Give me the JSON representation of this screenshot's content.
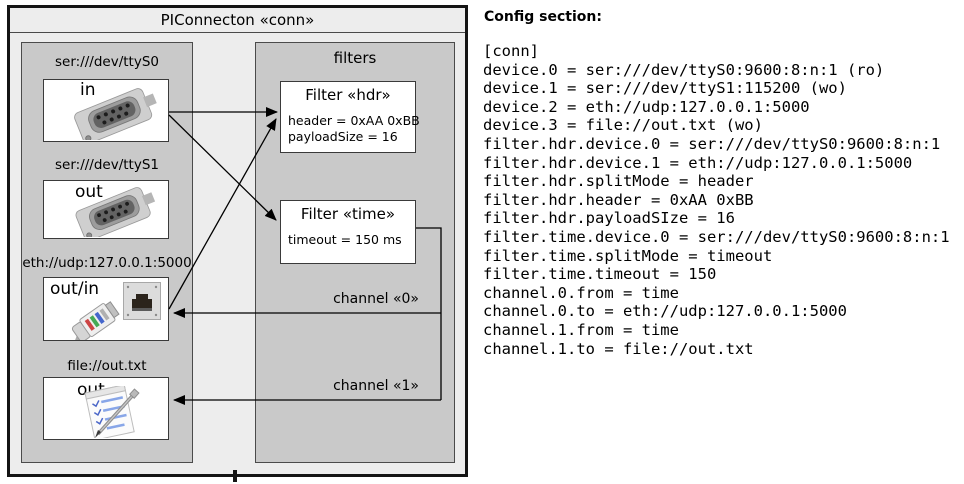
{
  "diagram": {
    "title": "PIConnecton «conn»",
    "device_group": {
      "devices": [
        {
          "label": "ser:///dev/ttyS0",
          "port": "in",
          "icon": "serial-connector"
        },
        {
          "label": "ser:///dev/ttyS1",
          "port": "out",
          "icon": "serial-connector"
        },
        {
          "label": "eth://udp:127.0.0.1:5000",
          "port": "out/in",
          "icon": "ethernet-connector"
        },
        {
          "label": "file://out.txt",
          "port": "out",
          "icon": "notepad"
        }
      ]
    },
    "filter_group": {
      "title": "filters",
      "filters": [
        {
          "title": "Filter «hdr»",
          "props": [
            "header = 0xAA 0xBB",
            "payloadSize = 16"
          ]
        },
        {
          "title": "Filter «time»",
          "props": [
            "timeout = 150 ms"
          ]
        }
      ]
    },
    "channels": [
      {
        "label": "channel «0»"
      },
      {
        "label": "channel «1»"
      }
    ],
    "colors": {
      "outer_bg": "#ededed",
      "group_bg": "#c9c9c9",
      "box_bg": "#ffffff",
      "border_dark": "#141414",
      "border_mid": "#4b4b4b",
      "line": "#000000"
    }
  },
  "config": {
    "heading": "Config section:",
    "lines": [
      "[conn]",
      "device.0 = ser:///dev/ttyS0:9600:8:n:1 (ro)",
      "device.1 = ser:///dev/ttyS1:115200 (wo)",
      "device.2 = eth://udp:127.0.0.1:5000",
      "device.3 = file://out.txt (wo)",
      "filter.hdr.device.0 = ser:///dev/ttyS0:9600:8:n:1",
      "filter.hdr.device.1 = eth://udp:127.0.0.1:5000",
      "filter.hdr.splitMode = header",
      "filter.hdr.header = 0xAA 0xBB",
      "filter.hdr.payloadSIze = 16",
      "filter.time.device.0 = ser:///dev/ttyS0:9600:8:n:1",
      "filter.time.splitMode = timeout",
      "filter.time.timeout = 150",
      "channel.0.from = time",
      "channel.0.to = eth://udp:127.0.0.1:5000",
      "channel.1.from = time",
      "channel.1.to = file://out.txt"
    ]
  }
}
